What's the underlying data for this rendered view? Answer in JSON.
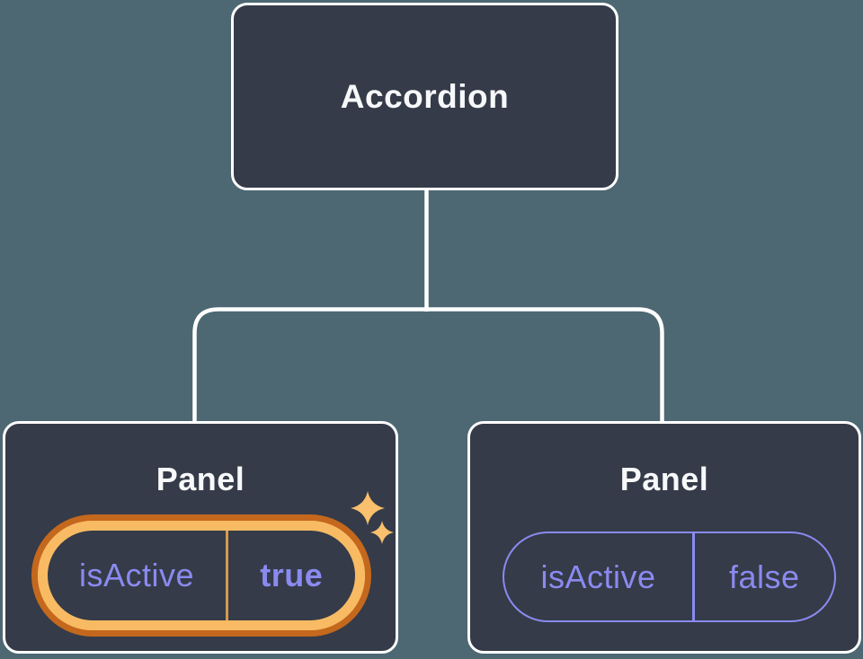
{
  "colors": {
    "background": "#4d6873",
    "box_fill": "#353b48",
    "box_border": "#ffffff",
    "text_primary": "#f7f8fa",
    "state_purple": "#8a8af0",
    "highlight_orange_dark": "#c4681d",
    "highlight_orange_light": "#f8bb63",
    "state_divider_orange": "#d89b4d",
    "sparkle": "#fac06e",
    "connector_line": "#ffffff"
  },
  "tree": {
    "root": {
      "label": "Accordion"
    },
    "panels": [
      {
        "title": "Panel",
        "state_key": "isActive",
        "state_value": "true",
        "highlighted": true
      },
      {
        "title": "Panel",
        "state_key": "isActive",
        "state_value": "false",
        "highlighted": false
      }
    ]
  },
  "icons": {
    "sparkles": "sparkles-icon"
  }
}
